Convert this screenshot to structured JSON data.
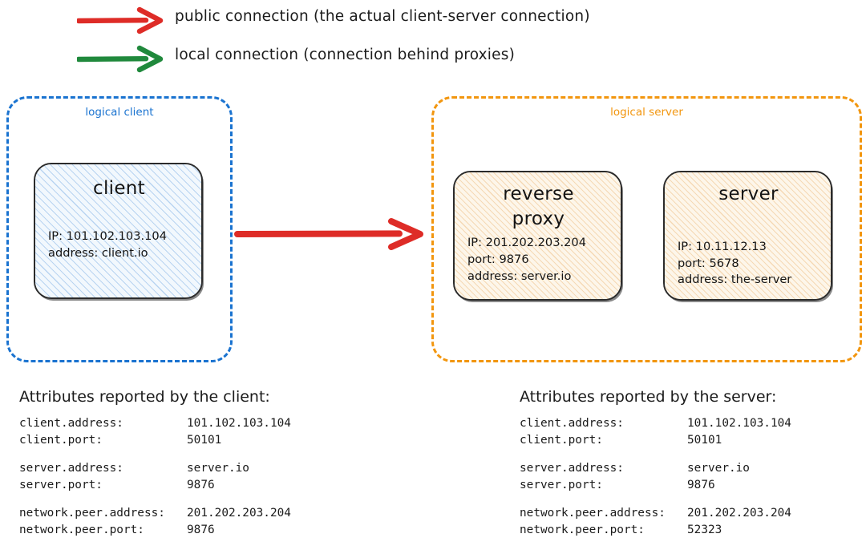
{
  "legend": {
    "items": [
      {
        "icon": "red-arrow-icon",
        "color": "#de2c27",
        "text": "public connection (the actual client-server connection)"
      },
      {
        "icon": "green-arrow-icon",
        "color": "#20893c",
        "text": "local connection (connection behind proxies)"
      }
    ]
  },
  "groups": {
    "client": {
      "label": "logical client",
      "color": "#1a73d0"
    },
    "server": {
      "label": "logical server",
      "color": "#f2960f"
    }
  },
  "nodes": {
    "client": {
      "title": "client",
      "lines": [
        "IP: 101.102.103.104",
        "address: client.io"
      ]
    },
    "reverse_proxy": {
      "title_line1": "reverse",
      "title_line2": "proxy",
      "lines": [
        "IP: 201.202.203.204",
        "port: 9876",
        "address: server.io"
      ]
    },
    "server": {
      "title": "server",
      "lines": [
        "IP: 10.11.12.13",
        "port: 5678",
        "address: the-server"
      ]
    }
  },
  "main_arrow": {
    "icon": "red-arrow-icon",
    "color": "#de2c27"
  },
  "attributes": {
    "client": {
      "heading": "Attributes reported by the client:",
      "groups": [
        [
          {
            "key": "client.address:",
            "value": "101.102.103.104"
          },
          {
            "key": "client.port:",
            "value": "50101"
          }
        ],
        [
          {
            "key": "server.address:",
            "value": "server.io"
          },
          {
            "key": "server.port:",
            "value": "9876"
          }
        ],
        [
          {
            "key": "network.peer.address:",
            "value": "201.202.203.204"
          },
          {
            "key": "network.peer.port:",
            "value": "9876"
          }
        ]
      ]
    },
    "server": {
      "heading": "Attributes reported by the server:",
      "groups": [
        [
          {
            "key": "client.address:",
            "value": "101.102.103.104"
          },
          {
            "key": "client.port:",
            "value": "50101"
          }
        ],
        [
          {
            "key": "server.address:",
            "value": "server.io"
          },
          {
            "key": "server.port:",
            "value": "9876"
          }
        ],
        [
          {
            "key": "network.peer.address:",
            "value": "201.202.203.204"
          },
          {
            "key": "network.peer.port:",
            "value": "52323"
          }
        ]
      ]
    }
  }
}
